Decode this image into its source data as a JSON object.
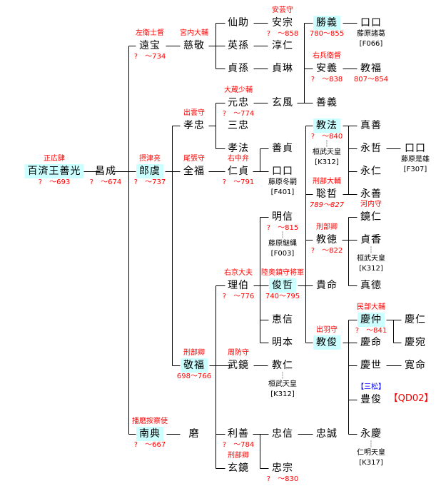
{
  "nodes": {
    "yoshimitsu": {
      "name": "百済王善光",
      "title": "正広肆",
      "dates": "?　～693"
    },
    "shosei": {
      "name": "昌成",
      "dates": "?　～674"
    },
    "enpo": {
      "name": "遠宝",
      "title": "左衛士督",
      "dates": "?　～734"
    },
    "jikei": {
      "name": "慈敬",
      "title": "宮内大輔"
    },
    "sensuke": {
      "name": "仙助"
    },
    "anso": {
      "name": "安宗",
      "title": "安芸守",
      "dates": "?　～858"
    },
    "eison": {
      "name": "英孫"
    },
    "junnin": {
      "name": "淳仁"
    },
    "teison": {
      "name": "貞孫"
    },
    "teirin": {
      "name": "貞琳"
    },
    "shogi": {
      "name": "勝義",
      "dates": "780～855"
    },
    "shogi_wife": {
      "name": "口口",
      "notes": [
        "藤原諸葛",
        "[F066]"
      ]
    },
    "angi": {
      "name": "安義",
      "title": "右兵衛督",
      "dates": "?　～838"
    },
    "kyofuku": {
      "name": "教福",
      "dates": "807～854"
    },
    "zengi": {
      "name": "善義"
    },
    "kochu": {
      "name": "孝忠",
      "title": "出雲守"
    },
    "genchu": {
      "name": "元忠",
      "title": "大蔵少輔",
      "dates": "?　～774"
    },
    "genpu": {
      "name": "玄風"
    },
    "sanchu": {
      "name": "三忠"
    },
    "kohou": {
      "name": "孝法"
    },
    "roku": {
      "name": "郎虞",
      "title": "摂津亮",
      "dates": "?　～737"
    },
    "zenpuku": {
      "name": "全福",
      "title": "尾張守"
    },
    "nintei": {
      "name": "仁貞",
      "title": "右中弁",
      "dates": "?　～791"
    },
    "zentei": {
      "name": "善貞"
    },
    "nintei_wife": {
      "name": "口口",
      "notes": [
        "藤原冬嗣",
        "[F401]"
      ]
    },
    "kyoho": {
      "name": "教法",
      "dates": "?　～840",
      "notes": [
        "桓武天皇",
        "[K312]"
      ]
    },
    "shinzen": {
      "name": "真善"
    },
    "eitetsu": {
      "name": "永哲"
    },
    "eitetsu_wife": {
      "name": "口口",
      "notes": [
        "藤原是雄",
        "[F307]"
      ]
    },
    "einin": {
      "name": "永仁"
    },
    "eizen": {
      "name": "永善"
    },
    "sotetsu": {
      "name": "聡哲",
      "title": "刑部大輔",
      "dates": "789～827"
    },
    "kyonin": {
      "name": "鏡仁",
      "title": "河内守"
    },
    "myoshin": {
      "name": "明信",
      "dates": "?　～815",
      "notes": [
        "藤原継縄",
        "[F003]"
      ]
    },
    "kyotoku": {
      "name": "教徳",
      "title": "刑部卿",
      "dates": "?　～822"
    },
    "teiko": {
      "name": "貞香",
      "notes": [
        "桓武天皇",
        "[K312]"
      ]
    },
    "shintoku": {
      "name": "真徳"
    },
    "rihaku": {
      "name": "理伯",
      "title": "右京大夫",
      "dates": "?　～776"
    },
    "juntetsu": {
      "name": "俊哲",
      "title": "陸奥鎮守将軍",
      "dates": "740～795"
    },
    "kimei": {
      "name": "貴命"
    },
    "eshin": {
      "name": "恵信"
    },
    "myohon": {
      "name": "明本"
    },
    "kyoshun": {
      "name": "教俊",
      "title": "出羽守"
    },
    "keichu": {
      "name": "慶仲",
      "title": "民部大輔",
      "dates": "?　～841"
    },
    "keinin": {
      "name": "慶仁"
    },
    "keien": {
      "name": "慶宛"
    },
    "keimei": {
      "name": "慶命"
    },
    "keifuku": {
      "name": "敬福",
      "title": "刑部卿",
      "dates": "698～766"
    },
    "bukyo": {
      "name": "武鏡",
      "title": "周防守"
    },
    "kyonin2": {
      "name": "教仁",
      "notes": [
        "桓武天皇",
        "[K312]"
      ]
    },
    "keisei": {
      "name": "慶世"
    },
    "kanmei": {
      "name": "寛命"
    },
    "toshun": {
      "name": "豊俊",
      "title": "【三松】",
      "tag": "【QD02】"
    },
    "nanten": {
      "name": "南典",
      "title": "播磨按察使",
      "dates": "?　～667"
    },
    "ma": {
      "name": "磨"
    },
    "rizen": {
      "name": "利善",
      "dates": "?　～784"
    },
    "chushin": {
      "name": "忠信"
    },
    "chusei": {
      "name": "忠誠"
    },
    "genkyo": {
      "name": "玄鏡",
      "title": "刑部卿"
    },
    "chuso": {
      "name": "忠宗",
      "dates": "?　～830"
    },
    "eikei": {
      "name": "永慶",
      "notes": [
        "仁明天皇",
        "[K317]"
      ]
    }
  },
  "colors": {
    "highlight": "#ccffff",
    "title": "#ff0000",
    "clan": "#0000ff"
  }
}
